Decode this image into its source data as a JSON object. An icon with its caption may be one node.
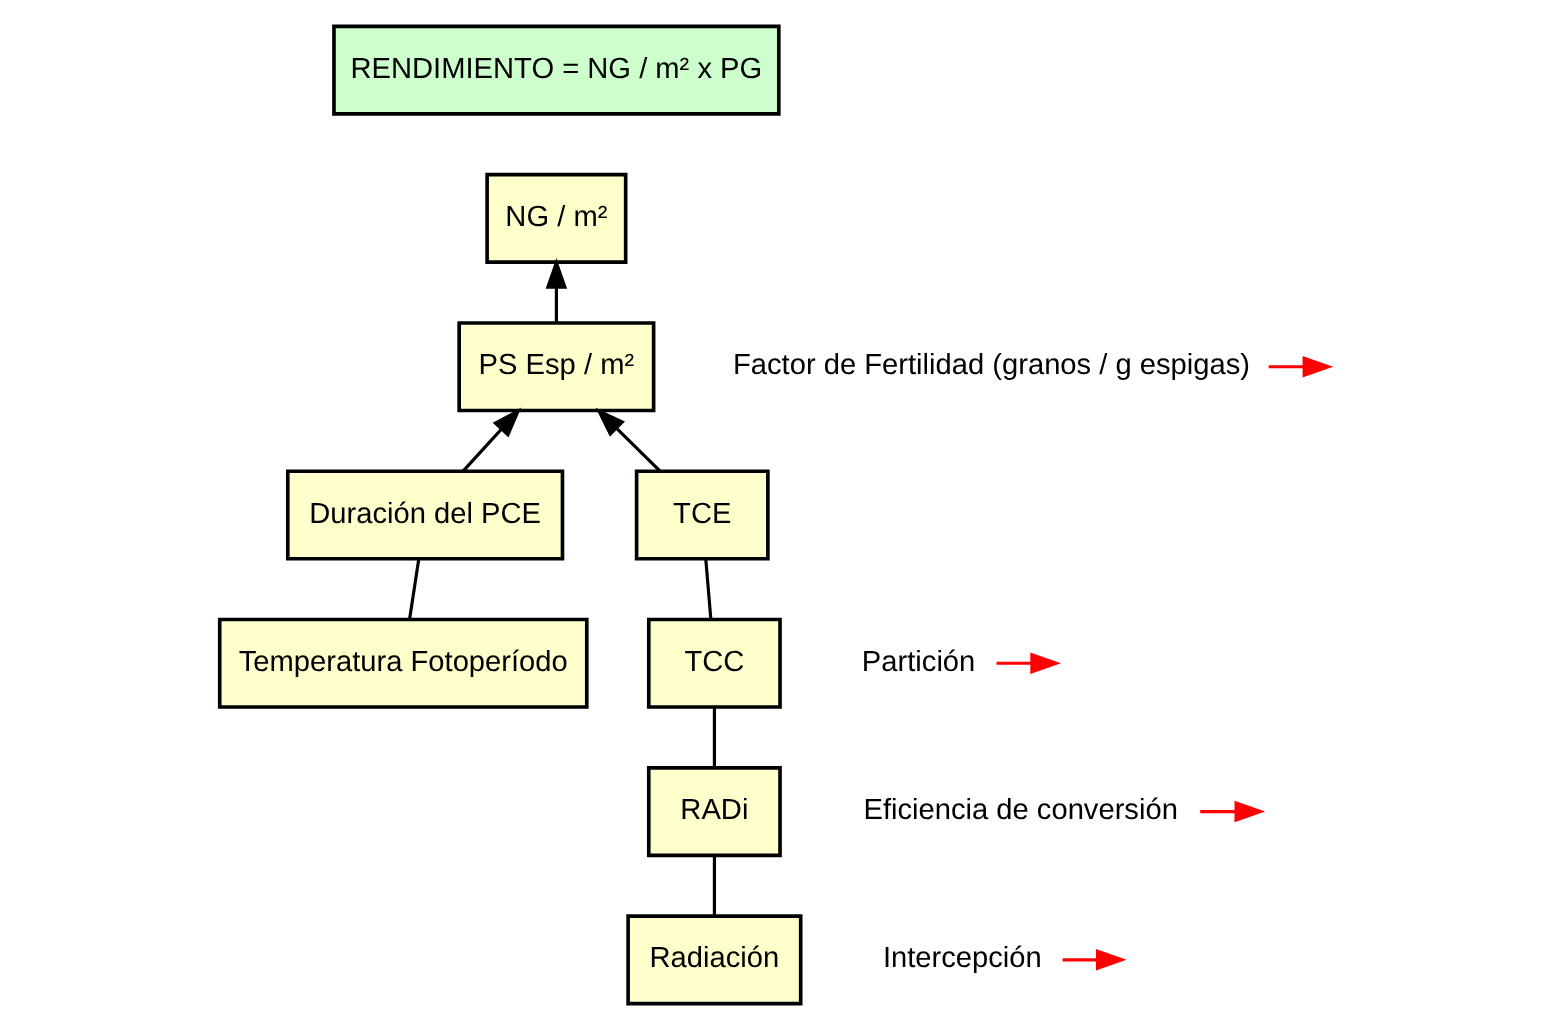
{
  "diagram": {
    "nodes": [
      {
        "text": [
          "RENDIMIENTO = NG / m² x PG"
        ]
      },
      {
        "text": [
          "NG / m²"
        ]
      },
      {
        "text": [
          "PS Esp / m²"
        ]
      },
      {
        "text": [
          "Duración del PCE"
        ]
      },
      {
        "text": [
          "Temperatura Fotoperíodo"
        ]
      },
      {
        "text": [
          "TCE"
        ]
      },
      {
        "text": [
          "TCC"
        ]
      },
      {
        "text": [
          "RADi"
        ]
      },
      {
        "text": [
          "Radiación"
        ]
      },
      {
        "text": [
          "Factor de Fertilidad (granos / g espigas)"
        ]
      },
      {
        "text": [
          "Partición"
        ]
      },
      {
        "text": [
          "Eficiencia de conversión"
        ]
      },
      {
        "text": [
          "Intercepción"
        ]
      }
    ],
    "edges": [
      {
        "from": 2,
        "to": 1,
        "arrow": "to"
      },
      {
        "from": 3,
        "to": 2,
        "arrow": "to"
      },
      {
        "from": 5,
        "to": 2,
        "arrow": "to"
      },
      {
        "from": 4,
        "to": 3,
        "arrow": "none"
      },
      {
        "from": 6,
        "to": 5,
        "arrow": "none"
      },
      {
        "from": 7,
        "to": 6,
        "arrow": "none"
      },
      {
        "from": 8,
        "to": 7,
        "arrow": "none"
      },
      {
        "from": 9,
        "to": null,
        "arrow": "to",
        "color": "#ff0000"
      },
      {
        "from": 10,
        "to": null,
        "arrow": "to",
        "color": "#ff0000"
      },
      {
        "from": 11,
        "to": null,
        "arrow": "to",
        "color": "#ff0000"
      },
      {
        "from": 12,
        "to": null,
        "arrow": "to",
        "color": "#ff0000"
      }
    ]
  }
}
